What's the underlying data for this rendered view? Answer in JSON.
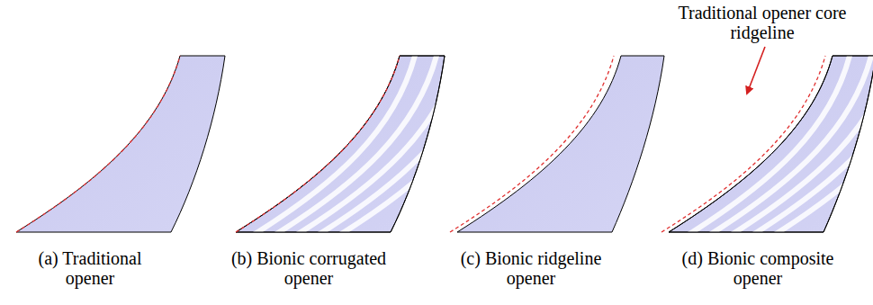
{
  "diagram": {
    "labels": [
      "Traditional opener core ridgeline",
      "(a) Traditional opener",
      "(b) Bionic corrugated opener",
      "(c) Bionic ridgeline opener",
      "(d) Bionic composite opener"
    ]
  }
}
